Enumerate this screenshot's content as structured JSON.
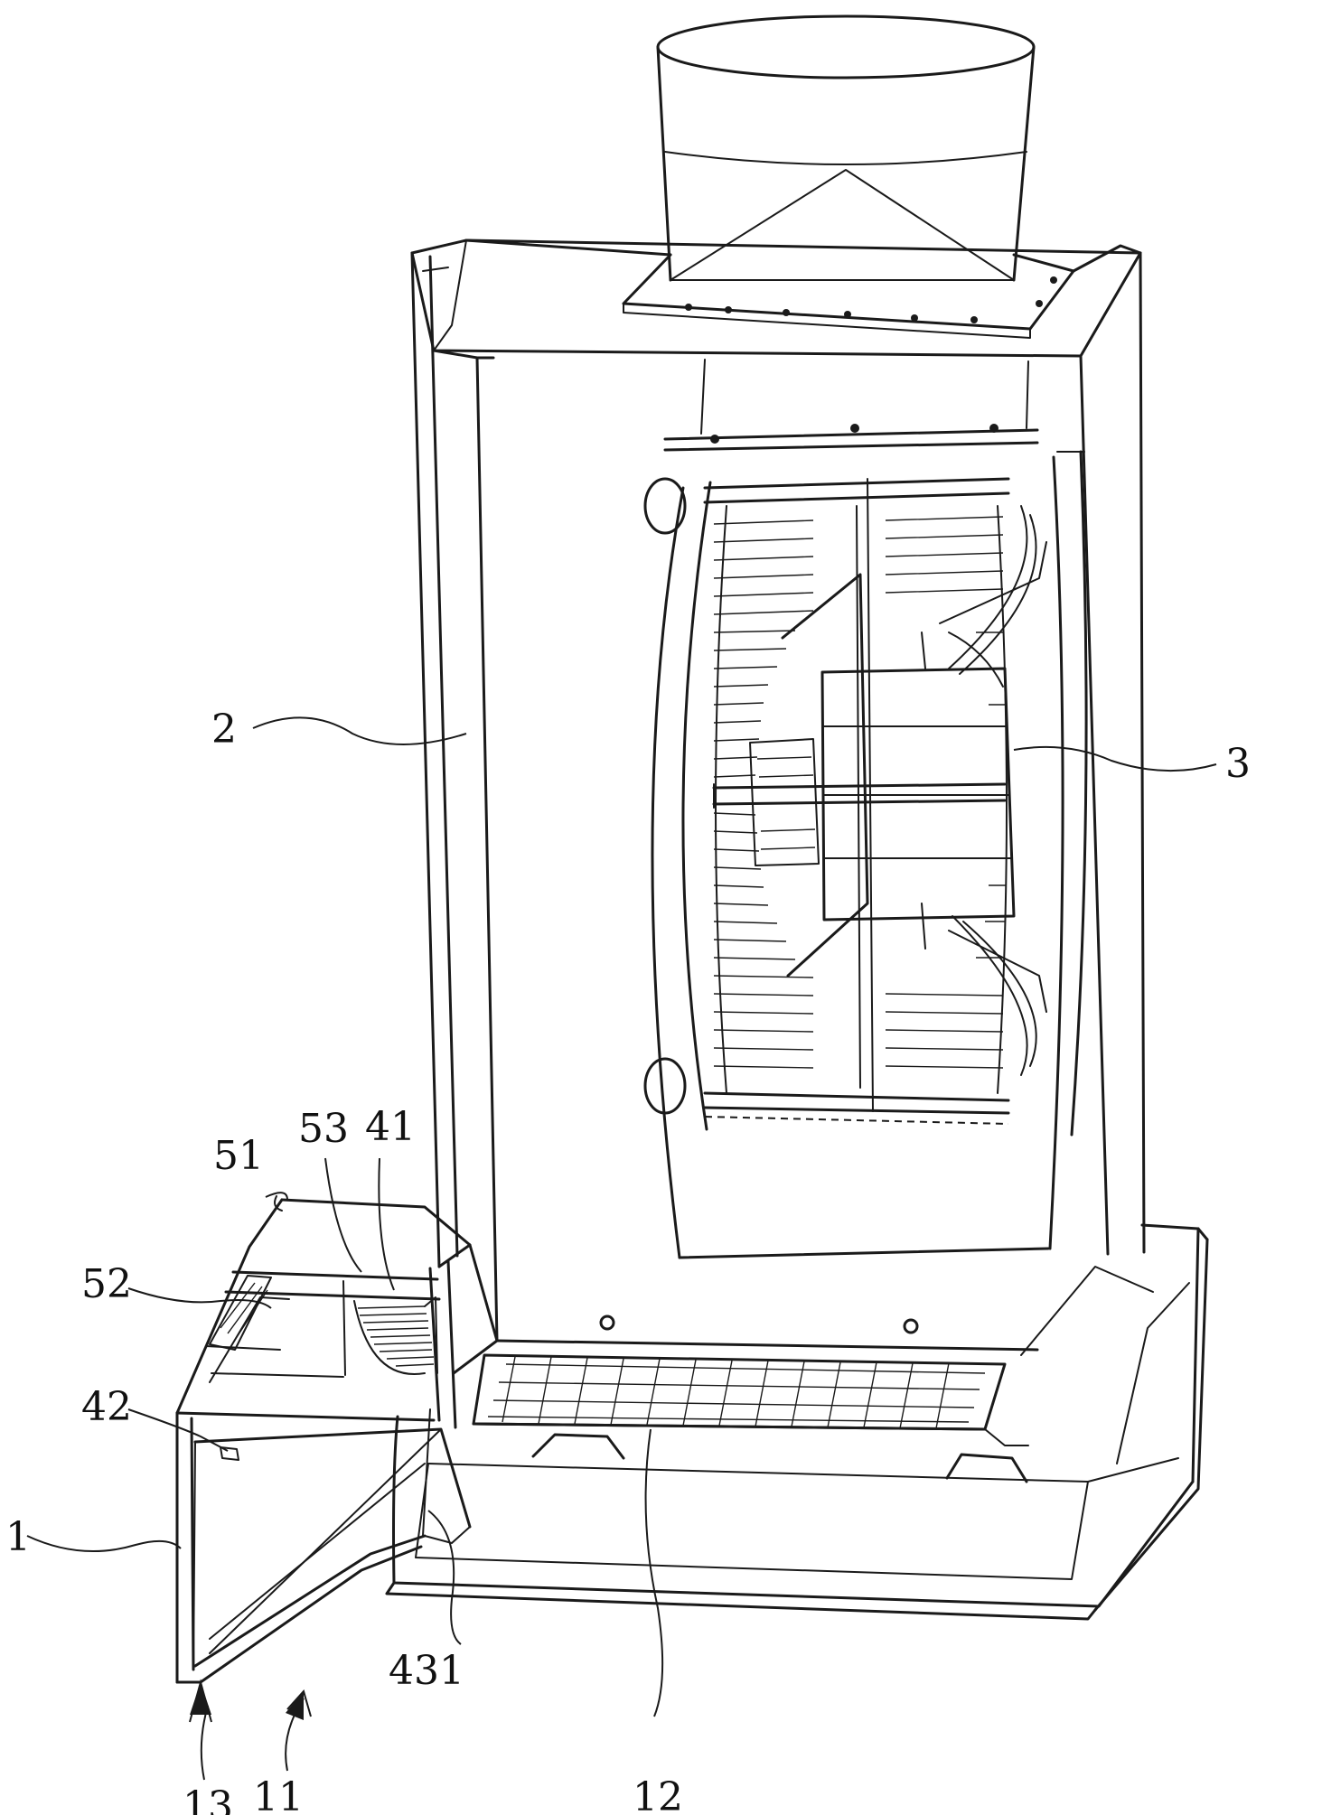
{
  "labels": {
    "l1": "1",
    "l2": "2",
    "l3": "3",
    "l11": "11",
    "l12": "12",
    "l13": "13",
    "l41": "41",
    "l42": "42",
    "l51": "51",
    "l52": "52",
    "l53": "53",
    "l431": "431"
  },
  "colors": {
    "line": "#1a1a1a",
    "background": "#ffffff"
  }
}
